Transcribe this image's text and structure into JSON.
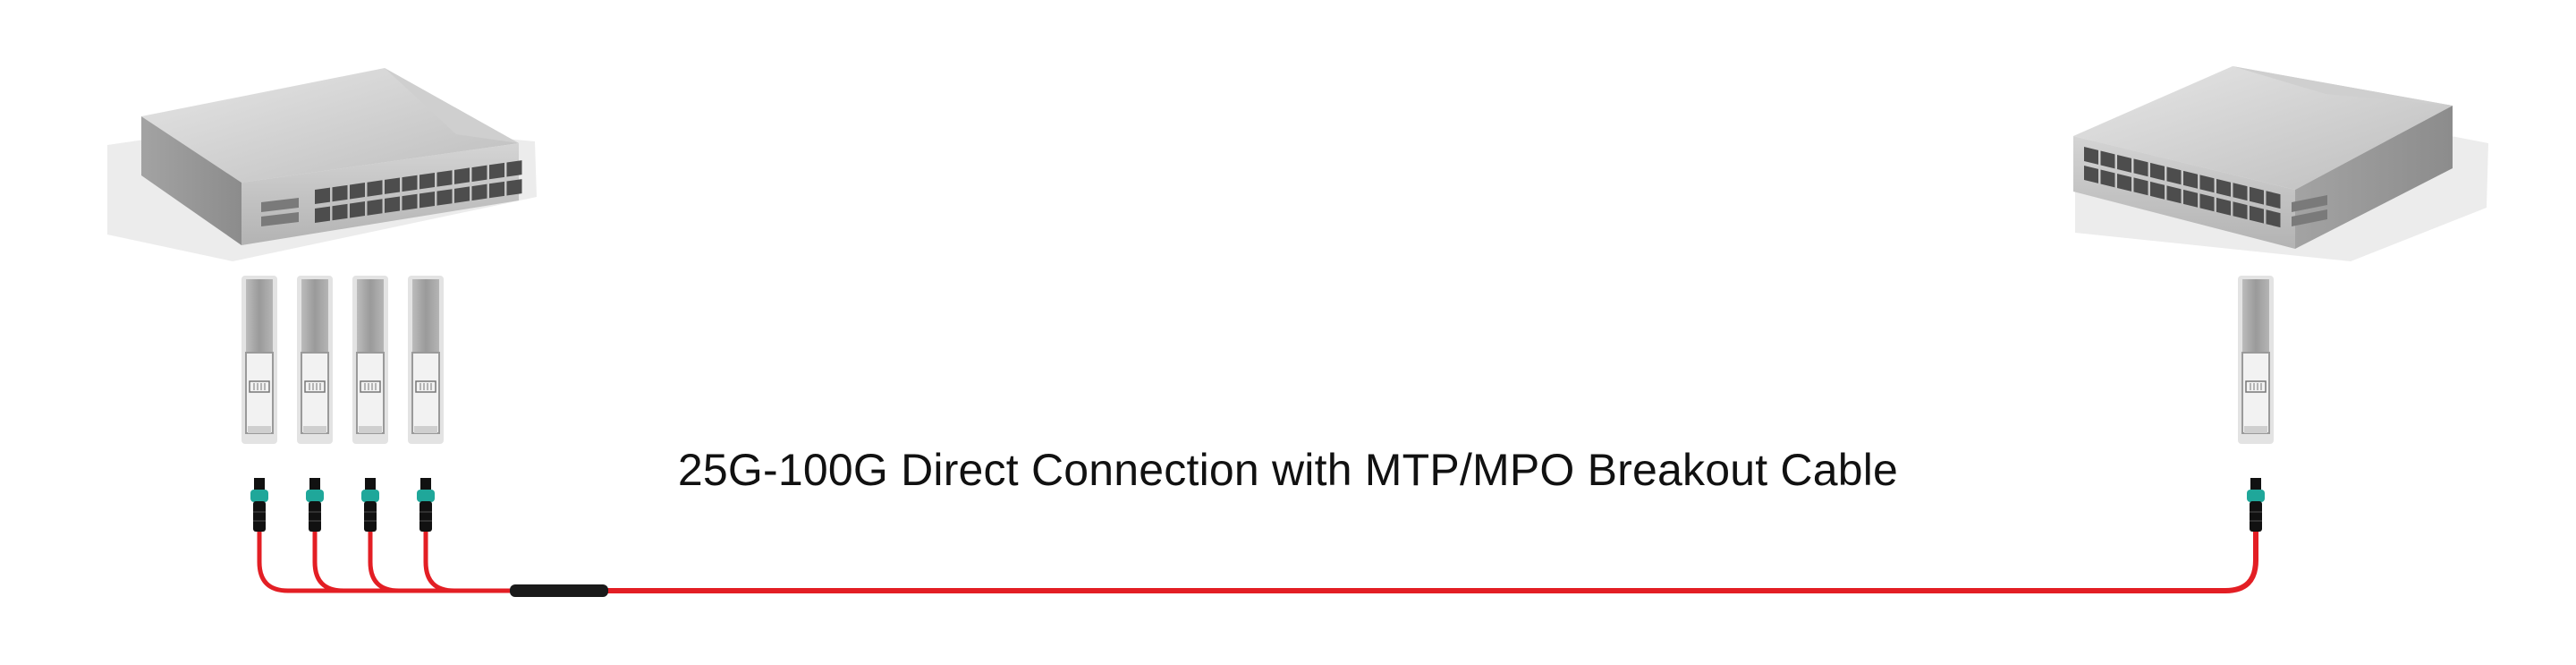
{
  "caption": "25G-100G Direct Connection with MTP/MPO Breakout Cable",
  "colors": {
    "cable": "#e31e24",
    "connector_boot": "#111111",
    "connector_body": "#1fa79a",
    "switch_face": "#c8c8c8",
    "switch_top": "#d9d9d9",
    "port": "#4d4d4d",
    "transceiver_body": "#a6a6a6",
    "transceiver_nose": "#e8e8e8"
  },
  "left_switch": {
    "icon": "network-switch-icon"
  },
  "right_switch": {
    "icon": "network-switch-icon"
  },
  "left_transceivers": {
    "count": 4,
    "icon": "sfp28-transceiver-icon"
  },
  "right_transceivers": {
    "count": 1,
    "icon": "qsfp28-transceiver-icon"
  },
  "cable": {
    "type": "MTP/MPO breakout",
    "fanout_legs": 4
  }
}
